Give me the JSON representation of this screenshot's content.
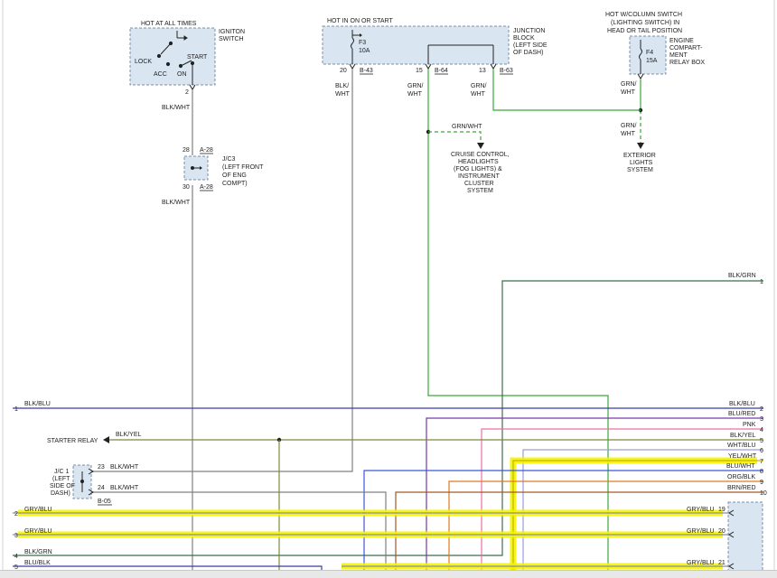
{
  "ignition": {
    "header": "HOT AT ALL TIMES",
    "name_l1": "IGNITON",
    "name_l2": "SWITCH",
    "pos_lock": "LOCK",
    "pos_acc": "ACC",
    "pos_on": "ON",
    "pos_start": "START",
    "pin": "2",
    "wire": "BLK/WHT"
  },
  "jc3": {
    "pin_top": "28",
    "conn_top": "A-28",
    "l1": "J/C3",
    "l2": "(LEFT FRONT",
    "l3": "OF ENG",
    "l4": "COMPT)",
    "pin_bot": "30",
    "conn_bot": "A-28",
    "wire_out": "BLK/WHT"
  },
  "junction": {
    "header": "HOT IN ON OR START",
    "fuse": "F3",
    "amps": "10A",
    "l1": "JUNCTION",
    "l2": "BLOCK",
    "l3": "(LEFT SIDE",
    "l4": "OF DASH)",
    "pin_a": "20",
    "conn_a": "B-43",
    "pin_b": "15",
    "conn_b": "B-64",
    "pin_c": "13",
    "conn_c": "B-63",
    "wire_a1": "BLK/",
    "wire_a2": "WHT",
    "wire_b1": "GRN/",
    "wire_b2": "WHT",
    "wire_c1": "GRN/",
    "wire_c2": "WHT"
  },
  "relay_box": {
    "h1": "HOT W/COLUMN SWITCH",
    "h2": "(LIGHTING SWITCH) IN",
    "h3": "HEAD OR TAIL POSITION",
    "fuse": "F4",
    "amps": "15A",
    "l1": "ENGINE",
    "l2": "COMPART-",
    "l3": "MENT",
    "l4": "RELAY BOX",
    "wire1": "GRN/",
    "wire2": "WHT",
    "wire3": "GRN/",
    "wire4": "WHT"
  },
  "exterior": {
    "l1": "EXTERIOR",
    "l2": "LIGHTS",
    "l3": "SYSTEM"
  },
  "cruise": {
    "wire": "GRN/WHT",
    "l1": "CRUISE CONTROL,",
    "l2": "HEADLIGHTS",
    "l3": "(FOG LIGHTS) &",
    "l4": "INSTRUMENT",
    "l5": "CLUSTER",
    "l6": "SYSTEM"
  },
  "starter": {
    "label": "STARTER RELAY",
    "wire": "BLK/YEL"
  },
  "jc1": {
    "l1": "J/C 1",
    "l2": "(LEFT",
    "l3": "SIDE OF",
    "l4": "DASH)",
    "pin_a": "23",
    "wire_a": "BLK/WHT",
    "pin_b": "24",
    "wire_b": "BLK/WHT",
    "conn": "B-05"
  },
  "top_right": {
    "wire": "BLK/GRN",
    "num": "1"
  },
  "right_wires": [
    {
      "label": "BLK/BLU",
      "num": "2"
    },
    {
      "label": "BLU/RED",
      "num": "3"
    },
    {
      "label": "PNK",
      "num": "4"
    },
    {
      "label": "BLK/YEL",
      "num": "5"
    },
    {
      "label": "WHT/BLU",
      "num": "6"
    },
    {
      "label": "YEL/WHT",
      "num": "7"
    },
    {
      "label": "BLU/WHT",
      "num": "8"
    },
    {
      "label": "ORG/BLK",
      "num": "9"
    },
    {
      "label": "BRN/RED",
      "num": "10"
    }
  ],
  "left_wires": [
    {
      "label": "BLK/BLU",
      "num": "1"
    },
    {
      "label": "GRY/BLU",
      "num": "2"
    },
    {
      "label": "GRY/BLU",
      "num": "3"
    },
    {
      "label": "BLK/GRN",
      "num": "4"
    },
    {
      "label": "BLU/BLK",
      "num": "5"
    }
  ],
  "gry_right": [
    {
      "label": "GRY/BLU",
      "pin": "19"
    },
    {
      "label": "GRY/BLU",
      "pin": "20"
    },
    {
      "label": "GRY/BLU",
      "pin": "21"
    }
  ]
}
